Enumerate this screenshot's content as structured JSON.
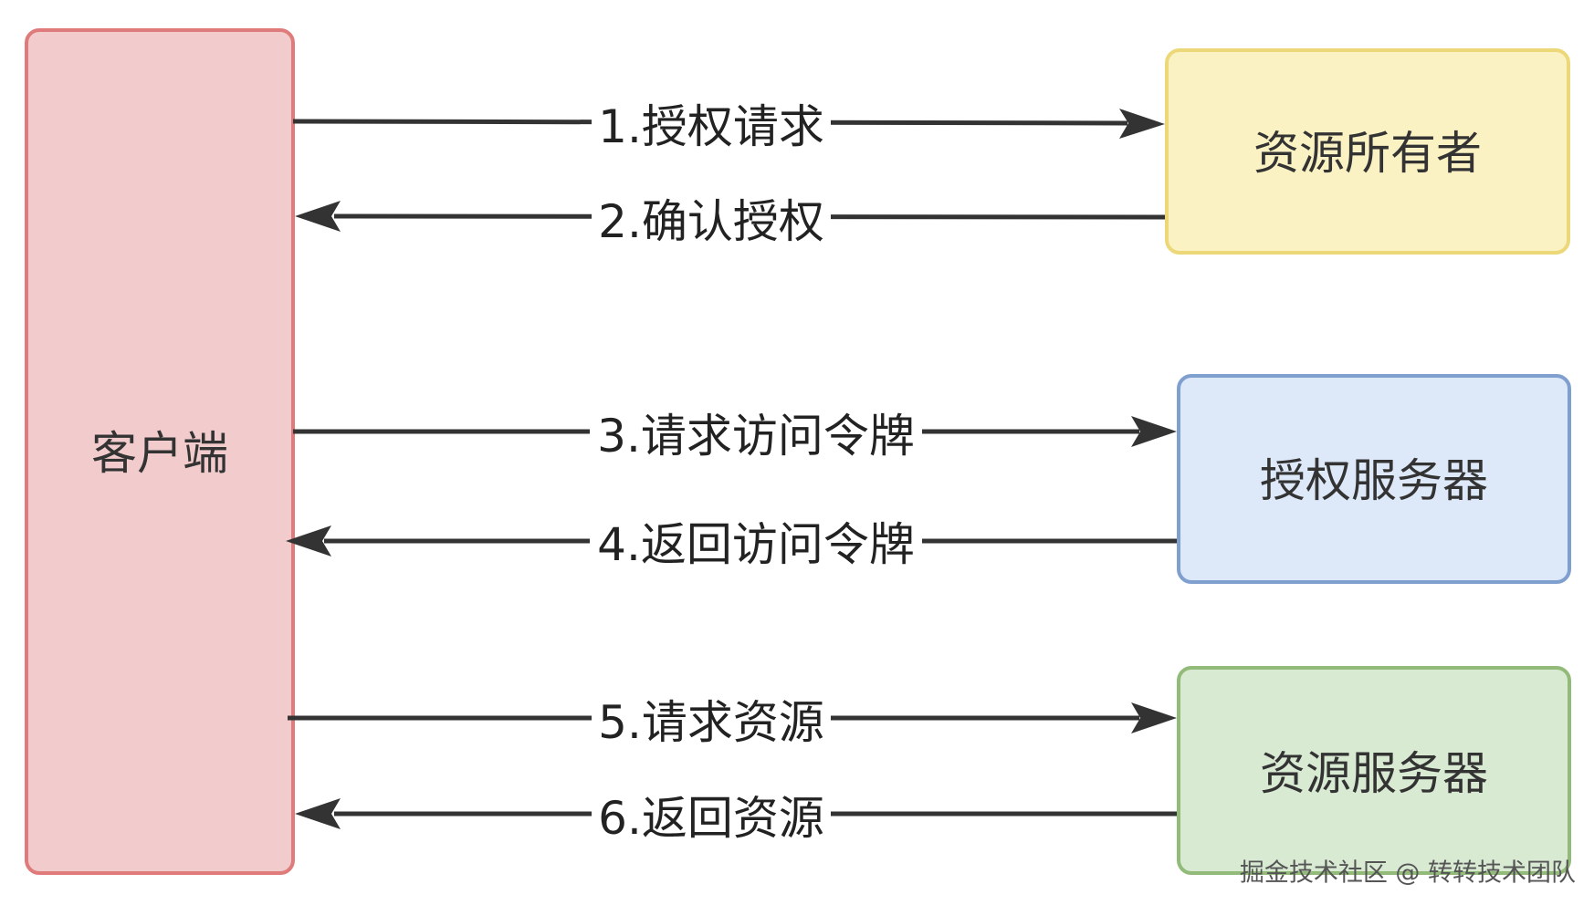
{
  "diagram": {
    "nodes": {
      "client": {
        "label": "客户端",
        "fill": "#f2cccc",
        "stroke": "#e07b7b"
      },
      "owner": {
        "label": "资源所有者",
        "fill": "#fbf2c4",
        "stroke": "#ecd879"
      },
      "auth_server": {
        "label": "授权服务器",
        "fill": "#dde8f8",
        "stroke": "#7f9fcf"
      },
      "resource_server": {
        "label": "资源服务器",
        "fill": "#d9ead3",
        "stroke": "#92bb7a"
      }
    },
    "edges": [
      {
        "label": "1.授权请求",
        "from": "client",
        "to": "owner"
      },
      {
        "label": "2.确认授权",
        "from": "owner",
        "to": "client"
      },
      {
        "label": "3.请求访问令牌",
        "from": "client",
        "to": "auth_server"
      },
      {
        "label": "4.返回访问令牌",
        "from": "auth_server",
        "to": "client"
      },
      {
        "label": "5.请求资源",
        "from": "client",
        "to": "resource_server"
      },
      {
        "label": "6.返回资源",
        "from": "resource_server",
        "to": "client"
      }
    ]
  },
  "watermark": "掘金技术社区 @ 转转技术团队"
}
